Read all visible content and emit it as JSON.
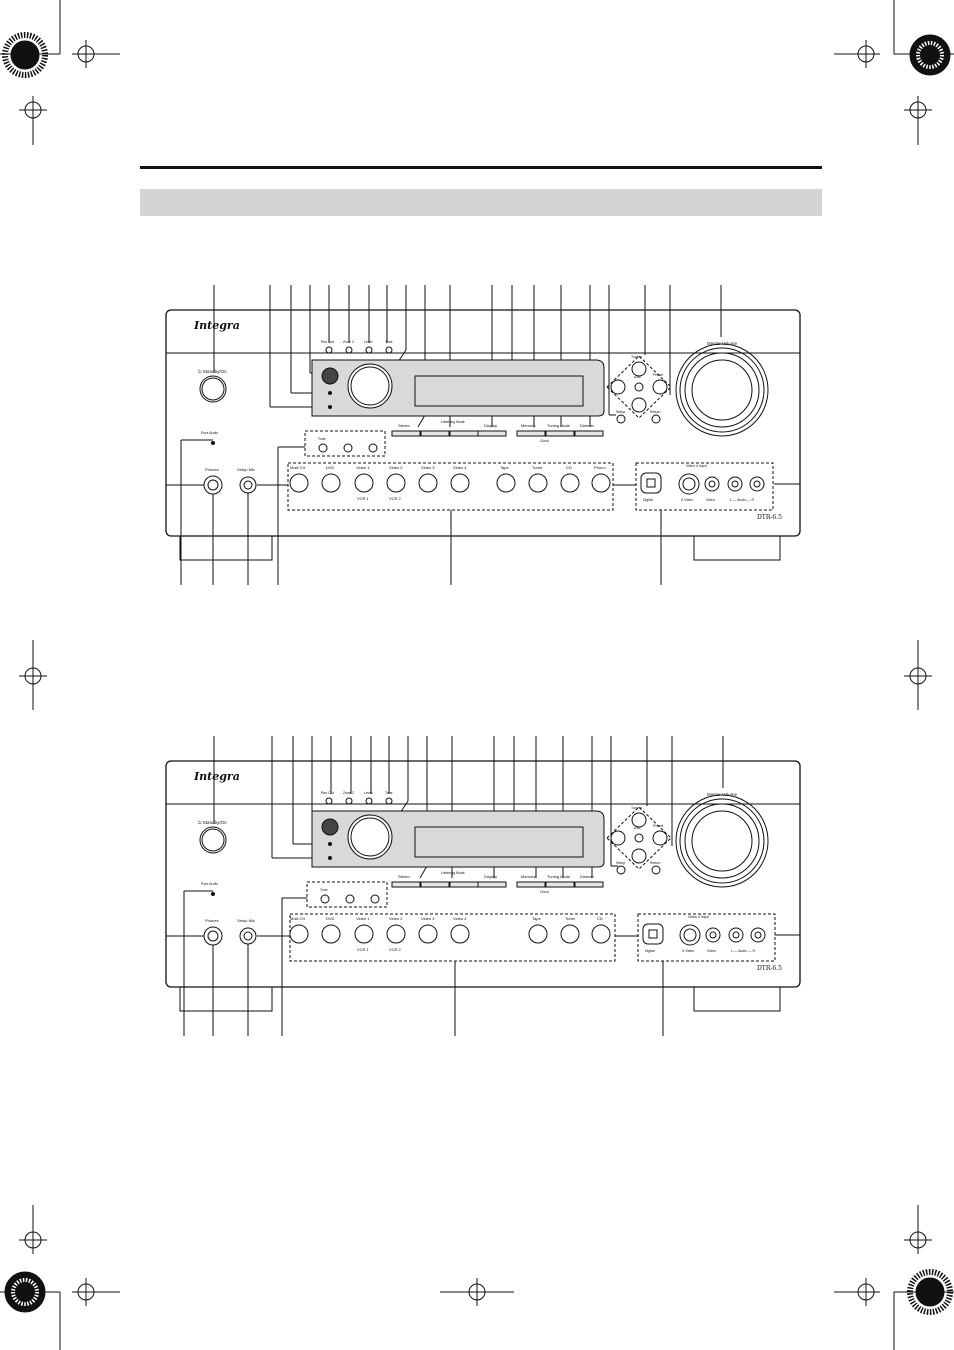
{
  "labels": {
    "brand": "Integra",
    "model": "DTR-6.5",
    "standby": "⏻ Standby/On",
    "master_volume": "Master Volume",
    "rec_out": "Rec Out",
    "zone2": "Zone 2",
    "level": "Level",
    "tone": "Tone",
    "pure_audio": "Pure Audio",
    "tone_small": "Tone",
    "minus": "−",
    "plus": "+",
    "stereo": "Stereo",
    "listening_mode": "Listening\nMode",
    "display": "Display",
    "memory": "Memory",
    "tuning_mode": "Tuning Mode",
    "dimmer": "Dimmer",
    "clock": "Clock",
    "tuning": "Tuning",
    "enter": "Enter",
    "presets": "Preset",
    "setup": "Setup",
    "return": "Return",
    "phones": "Phones",
    "setup_mic": "Setup Mic",
    "video_input": "Video 4 Input",
    "digital": "Digital",
    "s_video": "S Video",
    "video": "Video",
    "audio_lr": "L — Audio — R"
  },
  "inputs_top": [
    "Multi CH",
    "DVD",
    "Video 1",
    "Video 2",
    "Video 3",
    "Video 4",
    "Tape",
    "Tuner",
    "CD",
    "Phono"
  ],
  "inputs_bottom": [
    "Multi CH",
    "DVD",
    "Video 1",
    "Video 2",
    "Video 3",
    "Video 4",
    "Tape",
    "Tuner",
    "CD"
  ],
  "sub_labels": [
    "VCR 1",
    "VCR 2"
  ]
}
